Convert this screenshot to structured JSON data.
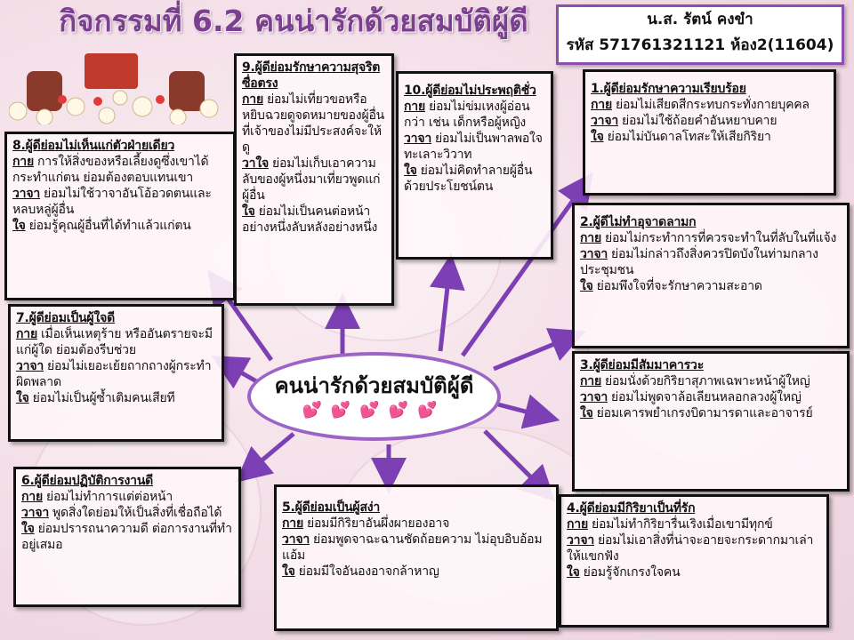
{
  "title": "กิจกรรมที่ 6.2 คนน่ารักด้วยสมบัติผู้ดี",
  "student": {
    "name": "น.ส. รัตน์ คงขำ",
    "id_line": "รหัส 571761321121 ห้อง2(11604)"
  },
  "center": {
    "label": "คนน่ารักด้วยสมบัติผู้ดี",
    "hearts": "💕💕💕💕💕"
  },
  "accent_color": "#8c4fb0",
  "boxes": [
    {
      "heading": "1.ผู้ดีย่อมรักษาความเรียบร้อย",
      "items": [
        {
          "label": "กาย",
          "text": "ย่อมไม่เสียดสีกระทบกระทั่งกายบุคคล"
        },
        {
          "label": "วาจา",
          "text": "ย่อมไม่ใช้ถ้อยคำอันหยาบคาย"
        },
        {
          "label": "ใจ",
          "text": "ย่อมไม่บันดาลโทสะให้เสียกิริยา"
        }
      ]
    },
    {
      "heading": "2.ผู้ดีไม่ทำอุจาดลามก",
      "items": [
        {
          "label": "กาย",
          "text": "ย่อมไม่กระทำการที่ควรจะทำในที่ลับในที่แจ้ง"
        },
        {
          "label": "วาจา",
          "text": "ย่อมไม่กล่าวถึงสิ่งควรปิดบังในท่ามกลางประชุมชน"
        },
        {
          "label": "ใจ",
          "text": "ย่อมพึงใจที่จะรักษาความสะอาด"
        }
      ]
    },
    {
      "heading": "3.ผู้ดีย่อมมีสัมมาคารวะ",
      "items": [
        {
          "label": "กาย",
          "text": "ย่อมนั่งด้วยกิริยาสุภาพเฉพาะหน้าผู้ใหญ่"
        },
        {
          "label": "วาจา",
          "text": "ย่อมไม่พูดจาล้อเลียนหลอกลวงผู้ใหญ่"
        },
        {
          "label": "ใจ",
          "text": "ย่อมเคารพยำเกรงบิดามารดาและอาจารย์"
        }
      ]
    },
    {
      "heading": "4.ผู้ดีย่อมมีกิริยาเป็นที่รัก",
      "items": [
        {
          "label": "กาย",
          "text": "ย่อมไม่ทำกิริยารื่นเริงเมื่อเขามีทุกข์"
        },
        {
          "label": "วาจา",
          "text": "ย่อมไม่เอาสิ่งที่น่าจะอายจะกระดากมาเล่าให้แขกฟัง"
        },
        {
          "label": "ใจ",
          "text": "ย่อมรู้จักเกรงใจคน"
        }
      ]
    },
    {
      "heading": "5.ผู้ดีย่อมเป็นผู้สง่า",
      "items": [
        {
          "label": "กาย",
          "text": "ย่อมมีกิริยาอันผึ่งผายองอาจ"
        },
        {
          "label": "วาจา",
          "text": "ย่อมพูดจาฉะฉานชัดถ้อยความ ไม่อุบอิบอ้อมแอ้ม"
        },
        {
          "label": "ใจ",
          "text": "ย่อมมีใจอันองอาจกล้าหาญ"
        }
      ]
    },
    {
      "heading": "6.ผู้ดีย่อมปฏิบัติการงานดี",
      "items": [
        {
          "label": "กาย",
          "text": "ย่อมไม่ทำการแต่ต่อหน้า"
        },
        {
          "label": "วาจา",
          "text": "พูดสิ่งใดย่อมให้เป็นสิ่งที่เชื่อถือได้"
        },
        {
          "label": "ใจ",
          "text": "ย่อมปรารถนาความดี ต่อการงานที่ทำอยู่เสมอ"
        }
      ]
    },
    {
      "heading": "7.ผู้ดีย่อมเป็นผู้ใจดี",
      "items": [
        {
          "label": "กาย",
          "text": "เมื่อเห็นเหตุร้าย หรืออันตรายจะมีแก่ผู้ใด ย่อมต้องรีบช่วย"
        },
        {
          "label": "วาจา",
          "text": "ย่อมไม่เยอะเย้ยถากถางผู้กระทำผิดพลาด"
        },
        {
          "label": "ใจ",
          "text": "ย่อมไม่เป็นผู้ซ้ำเติมคนเสียที"
        }
      ]
    },
    {
      "heading": "8.ผู้ดีย่อมไม่เห็นแก่ตัวฝ่ายเดียว",
      "items": [
        {
          "label": "กาย",
          "text": "การให้สิ่งของหรือเลี้ยงดูซึ่งเขาได้กระทำแก่ตน ย่อมต้องตอบแทนเขา"
        },
        {
          "label": "วาจา",
          "text": "ย่อมไม่ใช้วาจาอันโอ้อวดตนและหลบหลู่ผู้อื่น"
        },
        {
          "label": "ใจ",
          "text": "ย่อมรู้คุณผู้อื่นที่ได้ทำแล้วแก่ตน"
        }
      ]
    },
    {
      "heading": "9.ผู้ดีย่อมรักษาความสุจริตซื่อตรง",
      "items": [
        {
          "label": "กาย",
          "text": "ย่อมไม่เที่ยวขอหรือหยิบฉวยดูจดหมายของผู้อื่นที่เจ้าของไม่มีประสงค์จะให้ดู"
        },
        {
          "label": "วาใจ",
          "text": "ย่อมไม่เก็บเอาความลับของผู้หนึ่งมาเที่ยวพูดแก่ผู้อื่น"
        },
        {
          "label": "ใจ",
          "text": "ย่อมไม่เป็นคนต่อหน้าอย่างหนึ่งลับหลังอย่างหนึ่ง"
        }
      ]
    },
    {
      "heading": "10.ผู้ดีย่อมไม่ประพฤติชั่ว",
      "items": [
        {
          "label": "กาย",
          "text": "ย่อมไม่ข่มเหงผู้อ่อนกว่า เช่น เด็กหรือผู้หญิง"
        },
        {
          "label": "วาจา",
          "text": "ย่อมไม่เป็นพาลพอใจทะเลาะวิวาท"
        },
        {
          "label": "ใจ",
          "text": "ย่อมไม่คิดทำลายผู้อื่นด้วยประโยชน์ตน"
        }
      ]
    }
  ]
}
